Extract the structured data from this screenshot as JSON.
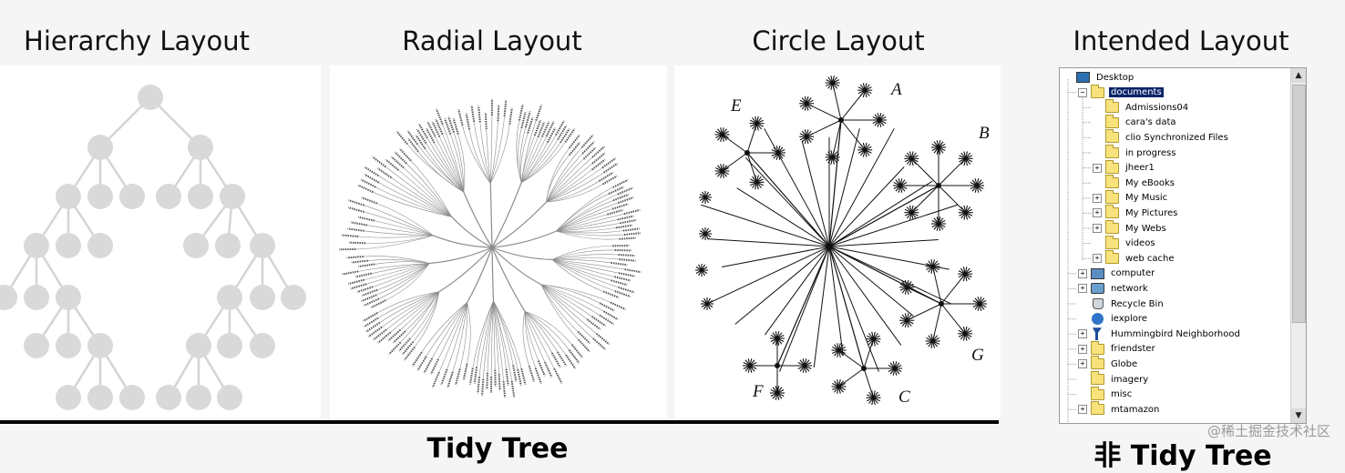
{
  "headings": {
    "hierarchy": "Hierarchy Layout",
    "radial": "Radial Layout",
    "circle": "Circle Layout",
    "intended": "Intended Layout"
  },
  "bottom_labels": {
    "tidy": "Tidy  Tree",
    "non_tidy": "非 Tidy  Tree"
  },
  "watermark": "@稀土掘金技术社区",
  "circle_labels": [
    "A",
    "B",
    "C",
    "E",
    "F",
    "G"
  ],
  "explorer": {
    "items": [
      {
        "label": "Desktop",
        "depth": 0,
        "icon": "desktop-icon",
        "expander": "none"
      },
      {
        "label": "documents",
        "depth": 1,
        "icon": "folder-icon",
        "expander": "minus",
        "selected": true
      },
      {
        "label": "Admissions04",
        "depth": 2,
        "icon": "folder-icon",
        "expander": "none"
      },
      {
        "label": "cara's data",
        "depth": 2,
        "icon": "folder-icon",
        "expander": "none"
      },
      {
        "label": "clio Synchronized Files",
        "depth": 2,
        "icon": "folder-icon",
        "expander": "none"
      },
      {
        "label": "in progress",
        "depth": 2,
        "icon": "folder-icon",
        "expander": "none"
      },
      {
        "label": "jheer1",
        "depth": 2,
        "icon": "folder-icon",
        "expander": "plus"
      },
      {
        "label": "My eBooks",
        "depth": 2,
        "icon": "folder-icon",
        "expander": "none"
      },
      {
        "label": "My Music",
        "depth": 2,
        "icon": "folder-icon",
        "expander": "plus"
      },
      {
        "label": "My Pictures",
        "depth": 2,
        "icon": "folder-icon",
        "expander": "plus"
      },
      {
        "label": "My Webs",
        "depth": 2,
        "icon": "folder-icon",
        "expander": "plus"
      },
      {
        "label": "videos",
        "depth": 2,
        "icon": "folder-icon",
        "expander": "none"
      },
      {
        "label": "web cache",
        "depth": 2,
        "icon": "folder-icon",
        "expander": "plus"
      },
      {
        "label": "computer",
        "depth": 1,
        "icon": "computer-icon",
        "expander": "plus"
      },
      {
        "label": "network",
        "depth": 1,
        "icon": "network-icon",
        "expander": "plus"
      },
      {
        "label": "Recycle Bin",
        "depth": 1,
        "icon": "recycle-bin-icon",
        "expander": "none"
      },
      {
        "label": "iexplore",
        "depth": 1,
        "icon": "internet-explorer-icon",
        "expander": "none"
      },
      {
        "label": "Hummingbird Neighborhood",
        "depth": 1,
        "icon": "hummingbird-icon",
        "expander": "plus"
      },
      {
        "label": "friendster",
        "depth": 1,
        "icon": "folder-icon",
        "expander": "plus"
      },
      {
        "label": "Globe",
        "depth": 1,
        "icon": "folder-icon",
        "expander": "plus"
      },
      {
        "label": "imagery",
        "depth": 1,
        "icon": "folder-icon",
        "expander": "none"
      },
      {
        "label": "misc",
        "depth": 1,
        "icon": "folder-icon",
        "expander": "none"
      },
      {
        "label": "mtamazon",
        "depth": 1,
        "icon": "folder-icon",
        "expander": "plus"
      }
    ]
  },
  "colors": {
    "hierarchy_node": "#d9d9d9",
    "hierarchy_link": "#d4d4d4",
    "radial_link": "#8c8c8c",
    "circle_ink": "#111111",
    "selection": "#0a246a"
  }
}
